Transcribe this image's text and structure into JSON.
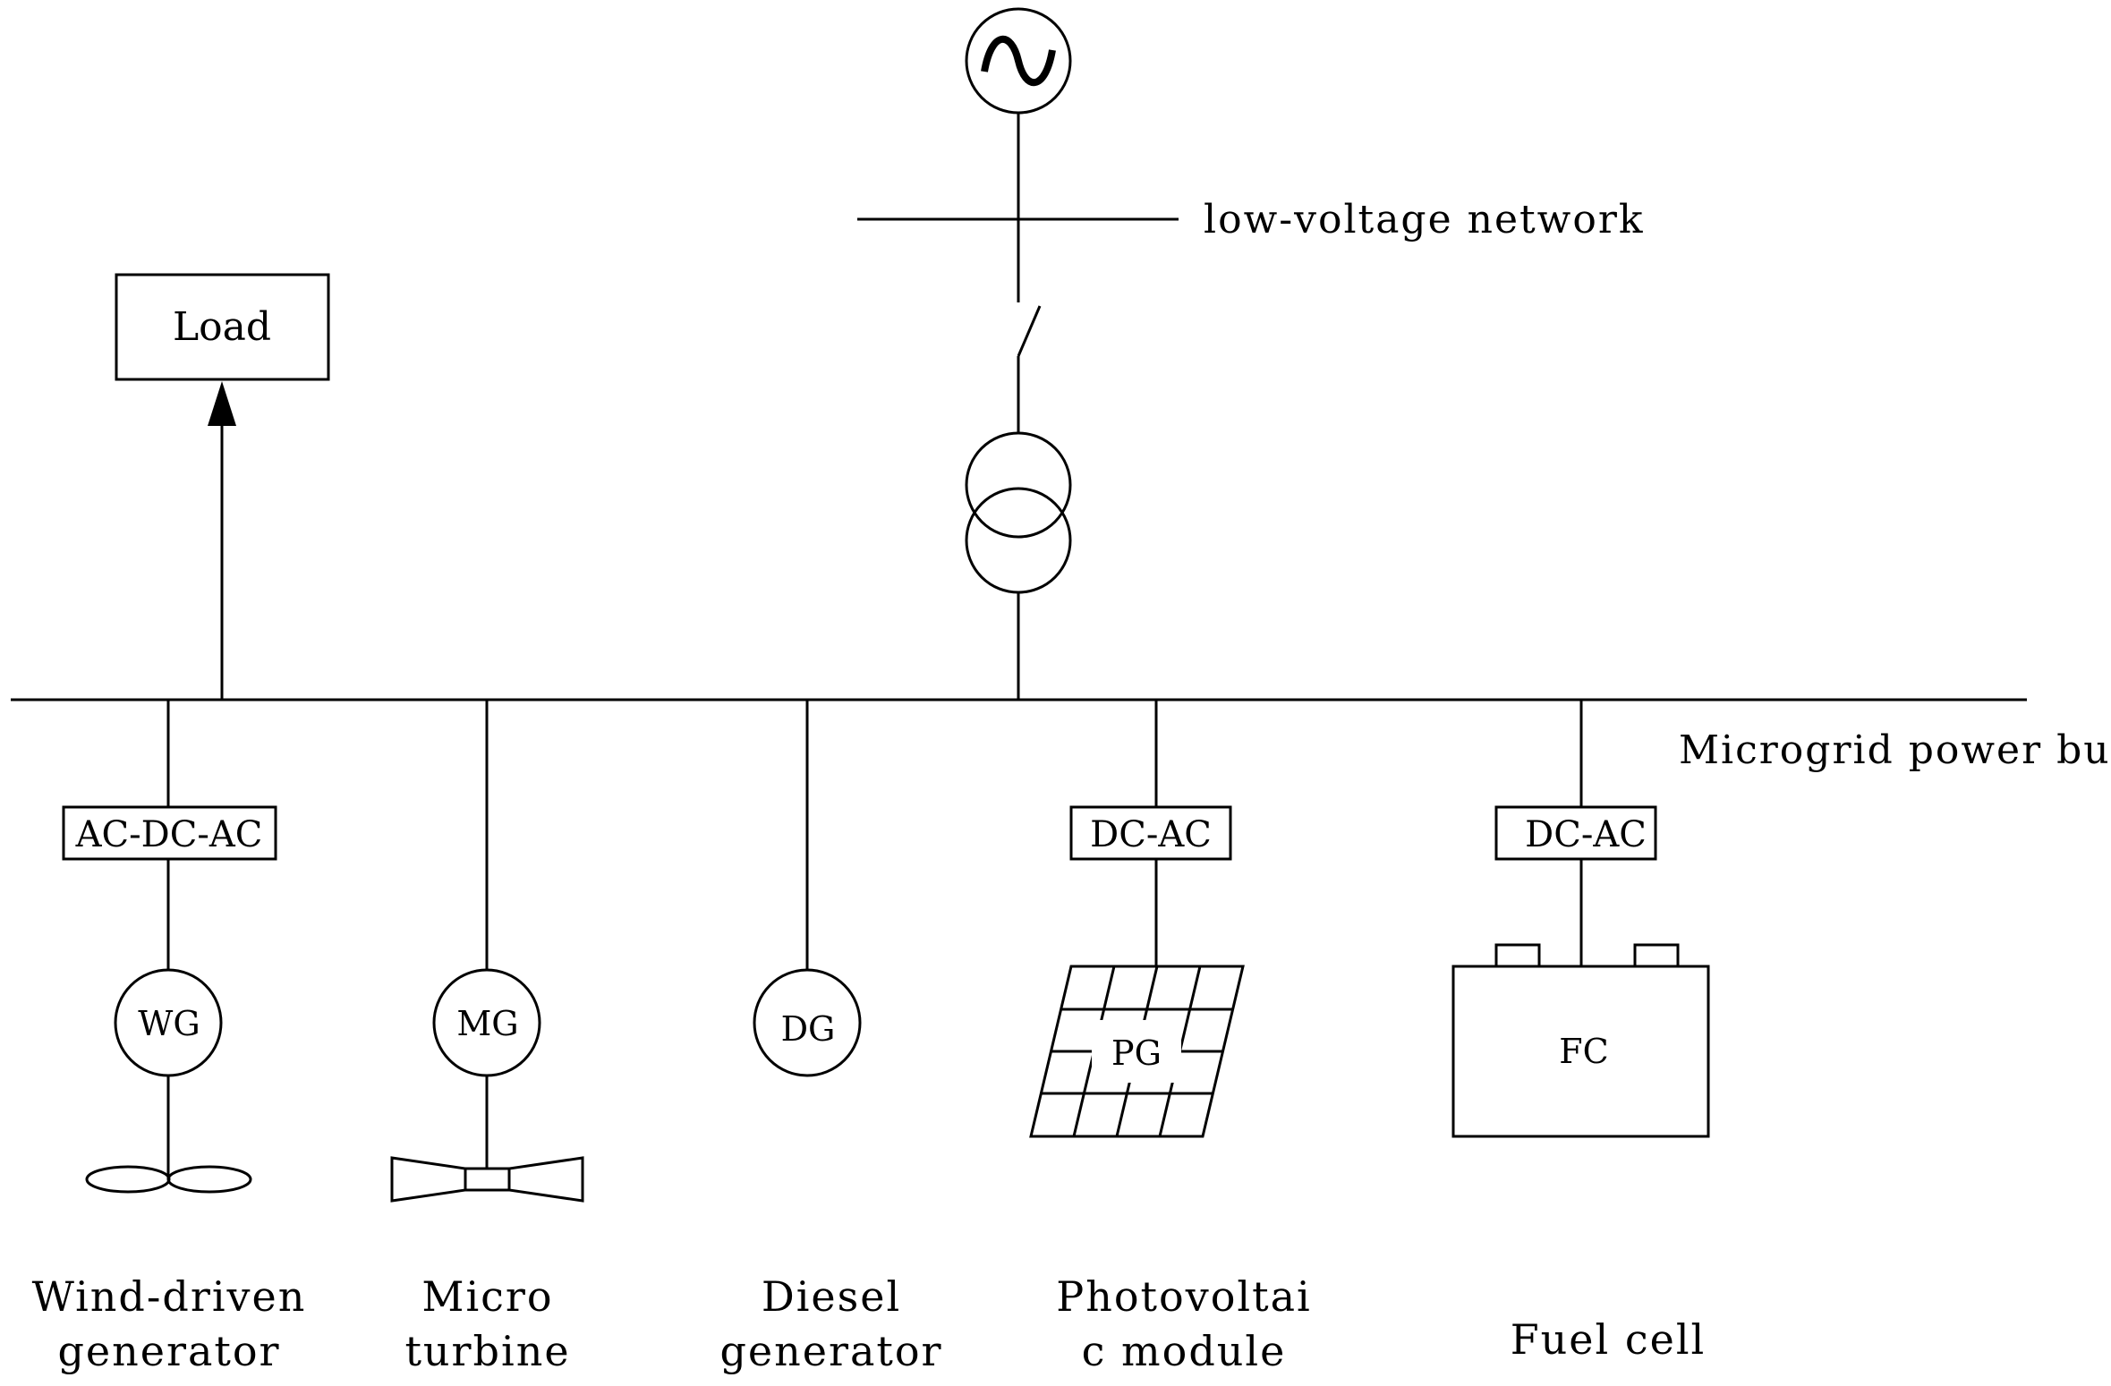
{
  "grid": {
    "source_symbol": "ac-source-icon",
    "network_label": "low-voltage network",
    "bus_label": "Microgrid power bus"
  },
  "load": {
    "label": "Load"
  },
  "converters": {
    "wind": "AC-DC-AC",
    "pv": "DC-AC",
    "fuel_cell": "DC-AC"
  },
  "generators": {
    "wind": "WG",
    "micro_turbine": "MG",
    "diesel": "DG",
    "pv": "PG",
    "fuel_cell": "FC"
  },
  "captions": {
    "wind": [
      "Wind-driven",
      "generator"
    ],
    "micro_turbine": [
      "Micro",
      "turbine"
    ],
    "diesel": [
      "Diesel",
      "generator"
    ],
    "pv": [
      "Photovoltai",
      "c module"
    ],
    "fuel_cell": [
      "Fuel cell"
    ]
  }
}
